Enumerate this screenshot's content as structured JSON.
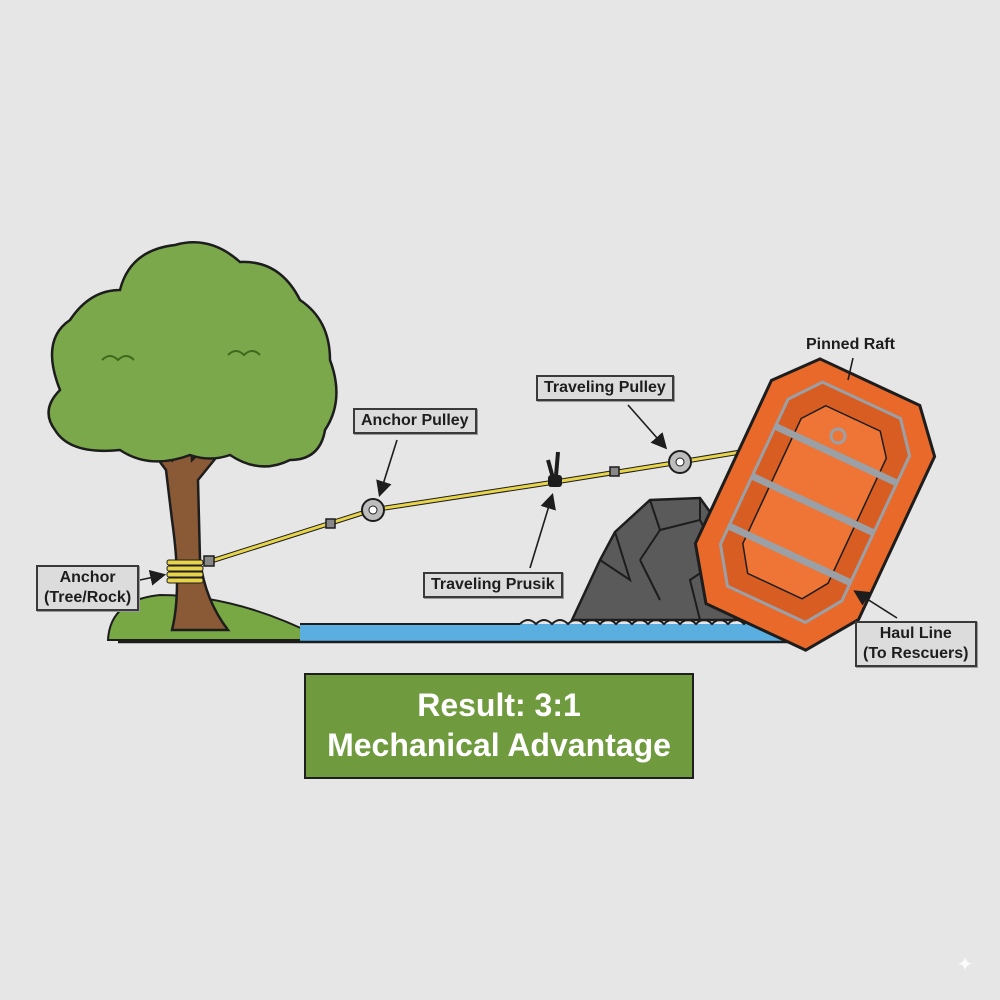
{
  "labels": {
    "anchor": {
      "line1": "Anchor",
      "line2": "(Tree/Rock)"
    },
    "anchor_pulley": "Anchor Pulley",
    "traveling_pulley": "Traveling Pulley",
    "traveling_prusik": "Traveling Prusik",
    "pinned_raft": "Pinned Raft",
    "haul_line": {
      "line1": "Haul Line",
      "line2": "(To Rescuers)"
    }
  },
  "result": {
    "line1": "Result: 3:1",
    "line2": "Mechanical Advantage"
  },
  "colors": {
    "background": "#e6e6e6",
    "foliage": "#7aa84a",
    "trunk": "#8a5a36",
    "rope": "#e8d44a",
    "raft": "#e8692a",
    "rock": "#585858",
    "water": "#5aaee0",
    "result_box": "#6f9a3d"
  },
  "icons": {
    "watermark": "sparkle-icon"
  }
}
